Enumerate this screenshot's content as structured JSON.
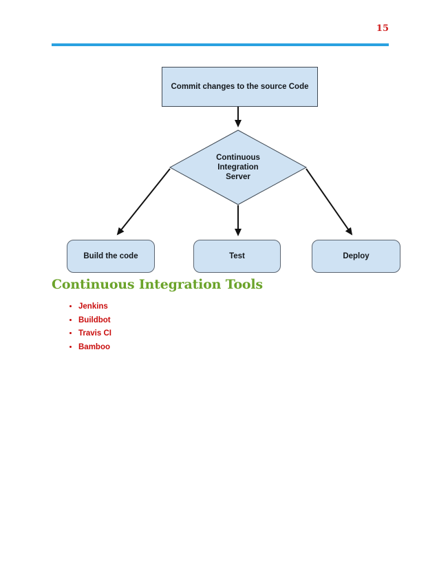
{
  "page": {
    "number": "15"
  },
  "flowchart": {
    "nodes": {
      "commit": "Commit changes to the source Code",
      "server_line1": "Continuous",
      "server_line2": "Integration",
      "server_line3": "Server",
      "build": "Build the code",
      "test": "Test",
      "deploy": "Deploy"
    }
  },
  "section": {
    "heading": "Continuous Integration Tools",
    "tools": [
      "Jenkins",
      "Buildbot",
      "Travis CI",
      "Bamboo"
    ]
  },
  "colors": {
    "accent_rule_blue": "#2aa1e0",
    "node_fill_blue": "#cfe2f3",
    "node_border_gray": "#5a6470",
    "heading_green": "#6ba32a",
    "list_red": "#c90d0d",
    "page_number_red": "#d02020",
    "arrow_black": "#111111"
  }
}
